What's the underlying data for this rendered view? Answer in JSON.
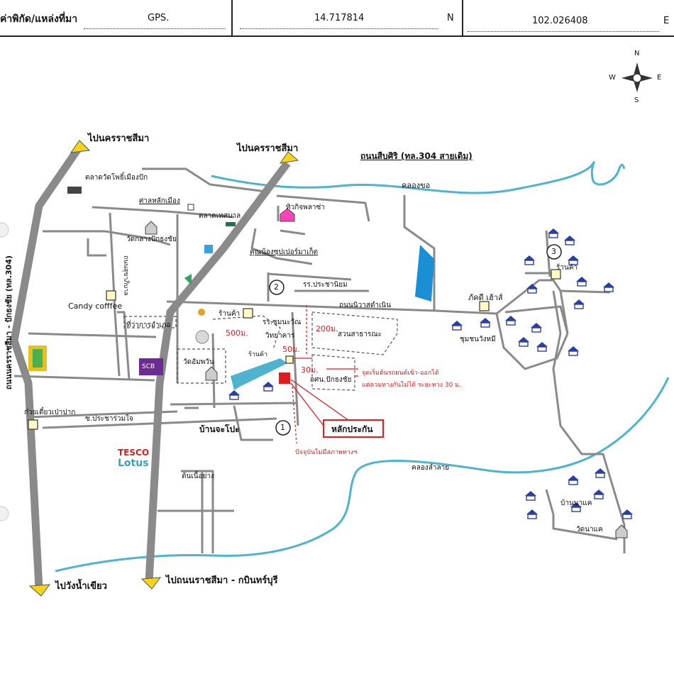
{
  "header": {
    "label": "ค่าพิกัด/แหล่งที่มา",
    "gps_label": "GPS.",
    "lat": "14.717814",
    "lat_dir": "N",
    "lon": "102.026408",
    "lon_dir": "E"
  },
  "compass": {
    "n": "N",
    "s": "S",
    "e": "E",
    "w": "W"
  },
  "labels": {
    "to_korat_left": "ไปนครราชสีมา",
    "to_korat_mid": "ไปนครราชสีมา",
    "sikhio_road": "ถนนสืบศิริ (ทล.304 สายเดิม)",
    "klong_khor": "คลองขอ",
    "market_wat": "ตลาดวัดโพธิ์เมืองปัก",
    "city_pillar": "ศาลหลักเมือง",
    "muni_market": "ตลาดเทศบาล",
    "tip_plaza": "ทิวกิจพลาซ่า",
    "wat_klang": "วัดกลางปักธงชัย",
    "khun_nong": "คุณน้องซุปเปอร์มาเก็ต",
    "road_left_vertical": "ถนนนครราชสีมา - ปักธงชัย (ทล.304)",
    "road_small_vertical": "ถนนสุขาภิบาล",
    "candy": "Candy cofffee",
    "school_prachaniyom": "รร.ประชานิยม",
    "nivas_road": "ถนนนิวาสตำเนิน",
    "bhakdee_house": "ภัคดี เฮ้าส์",
    "shop1": "ร้านค้า",
    "shop2": "ร้านค้า",
    "shop3": "ร้านค้า",
    "district_office": "ที่ว่าการอำเภอ",
    "school_chun": "รร.ชุมนะวัณ",
    "school_chun2": "วิทยาคาร",
    "dist_500": "500ม.",
    "dist_200": "200ม.",
    "public_park": "สวนสาธารณะ",
    "community": "ชุมชนวังหมี",
    "wat_amphawan": "วัดอัมพวัน",
    "scb": "SCB",
    "dist_50": "50ม.",
    "dist_30": "30ม.",
    "kosnor": "กศน.ปักธงชัย",
    "note1": "จุดเริ่มต้นรถยนต์เข้า-ออกได้",
    "note2": "แต่ลวมทางกันไม่ได้ ระยะทาง 30 ม.",
    "noodle": "ก๋วยเตี๋ยวเป่าปาก",
    "soi": "ซ.ประชาร่วมใจ",
    "ban_cha_po": "บ้านจะโปะ",
    "landmark": "หลักประกัน",
    "current_state": "ปัจจุบันไม่มีสภาพทางฯ",
    "tesco1": "TESCO",
    "tesco2": "Lotus",
    "ton_nuea": "ต้นเนื้อย่าง",
    "klong_lam": "คลองลำลาย",
    "ban_na_kae": "บ้านนาแค",
    "wat_na_kae": "วัดนาแค",
    "to_wang_nam_khiao": "ไปวังน้ำเขียว",
    "to_kabin": "ไปถนนราชสีมา - กบินทร์บุรี",
    "marker1": "1",
    "marker2": "2",
    "marker3": "3"
  },
  "colors": {
    "road": "#8a8a8a",
    "river": "#4fb3d0",
    "pond": "#1a8fd6",
    "red": "#d42020",
    "arrow": "#f7d417",
    "house": "#2b3fa0"
  }
}
